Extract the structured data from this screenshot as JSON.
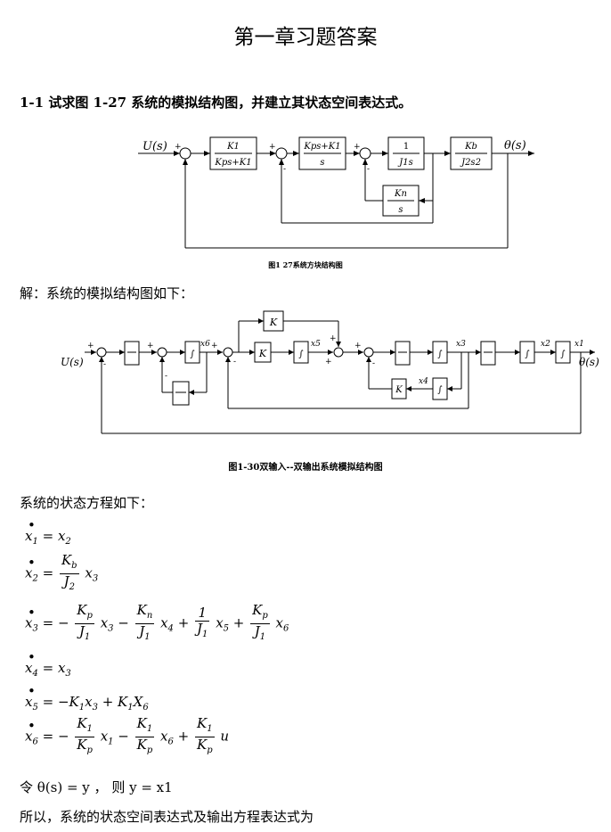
{
  "title": "第一章习题答案",
  "question": "1-1  试求图 1-27 系统的模拟结构图，并建立其状态空间表达式。",
  "fig1": {
    "input": "U(s)",
    "output": "θ(s)",
    "caption": "图1 27系统方块结构图",
    "block1_num": "K1",
    "block1_den": "Kps+K1",
    "block2_num": "Kps+K1",
    "block2_den": "s",
    "block3_num": "1",
    "block3_den": "J1s",
    "block4_num": "Kb",
    "block4_den": "J2s2",
    "fb_num": "Kn",
    "fb_den": "s"
  },
  "solution_intro": "解：系统的模拟结构图如下：",
  "fig2": {
    "caption": "图1-30双输入--双输出系统模拟结构图",
    "input": "U(s)",
    "output": "θ(s)"
  },
  "state_intro": "系统的状态方程如下：",
  "let_text": "令 θ(s) = y ，  则 y = x1",
  "conclusion": "所以，系统的状态空间表达式及输出方程表达式为"
}
